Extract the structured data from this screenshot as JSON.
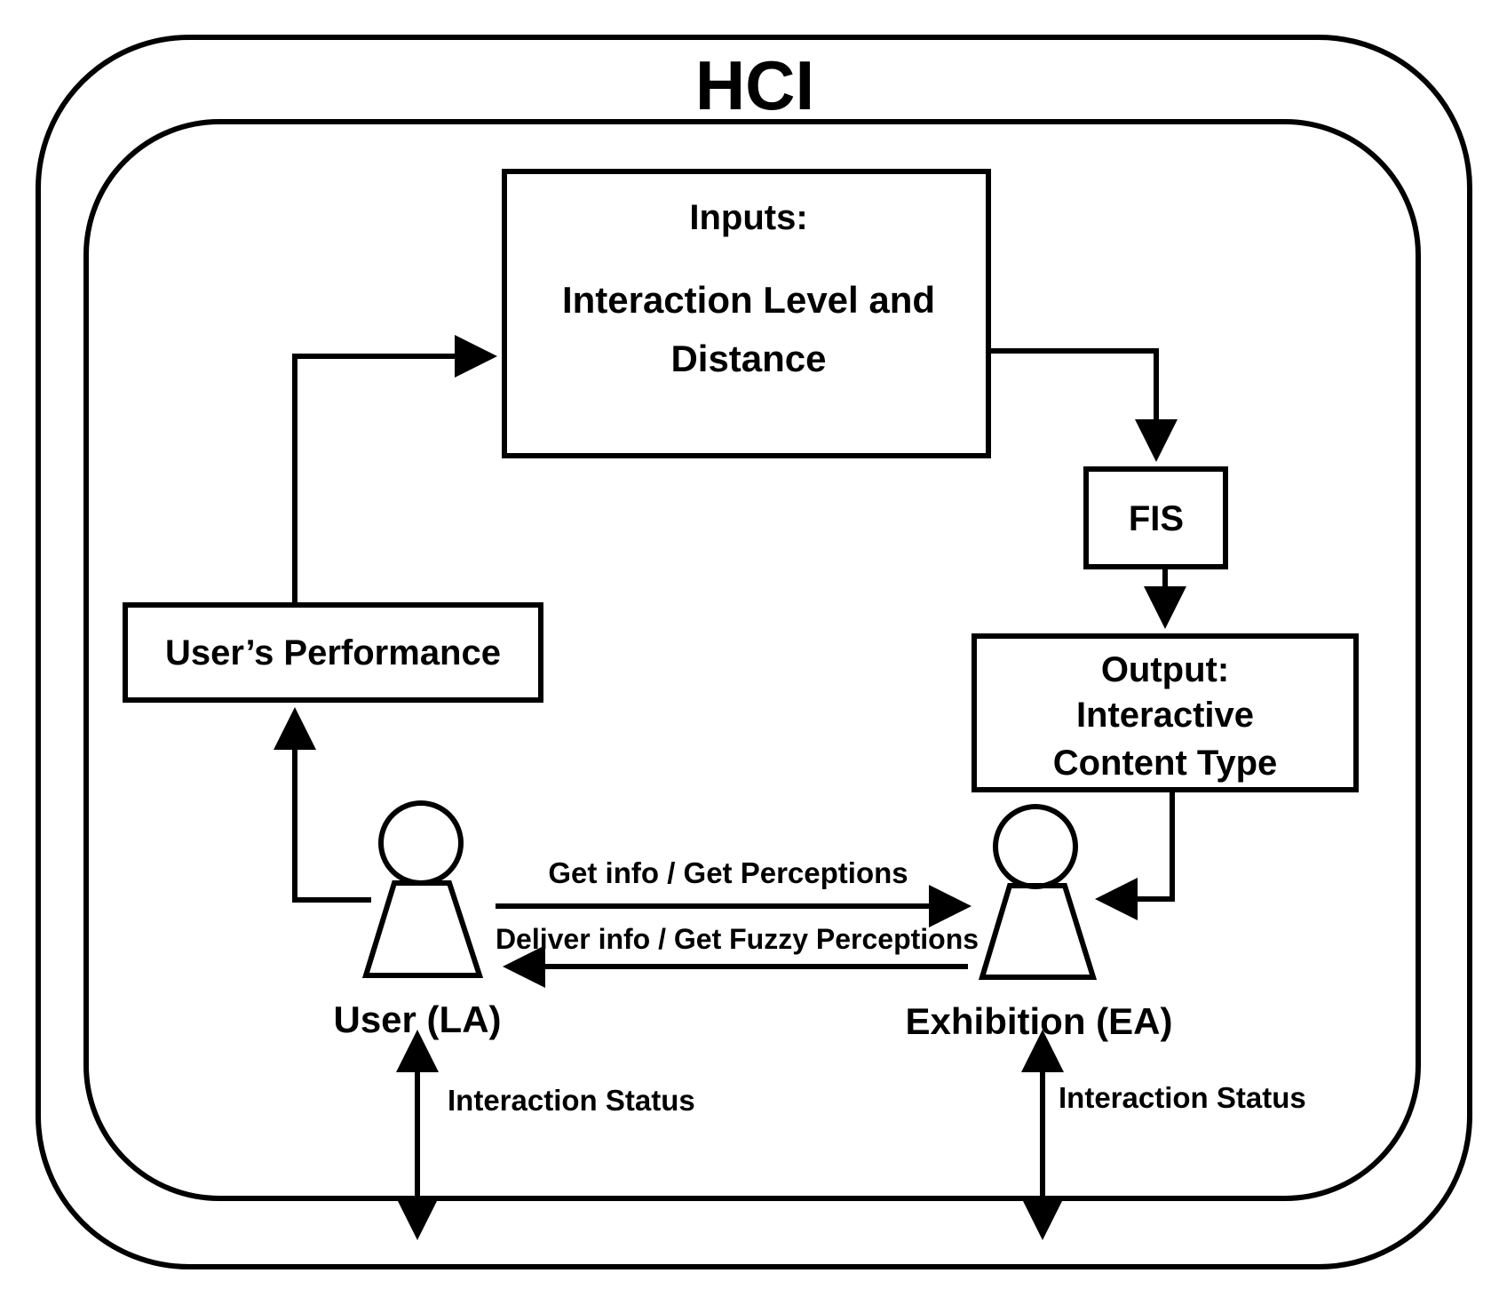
{
  "diagram": {
    "title": "HCI",
    "inputs_box": {
      "heading": "Inputs:",
      "line1": "Interaction Level and",
      "line2": "Distance"
    },
    "fis_box": {
      "label": "FIS"
    },
    "output_box": {
      "line1": "Output:",
      "line2": "Interactive",
      "line3": "Content Type"
    },
    "performance_box": {
      "label": "User’s Performance"
    },
    "user_agent": {
      "label": "User (LA)"
    },
    "exhibition_agent": {
      "label": "Exhibition (EA)"
    },
    "arrow_labels": {
      "get_info": "Get info / Get Perceptions",
      "deliver_info": "Deliver info / Get Fuzzy Perceptions",
      "user_status": "Interaction Status",
      "exhibition_status": "Interaction Status"
    },
    "colors": {
      "stroke": "#000000",
      "background": "#ffffff"
    }
  }
}
